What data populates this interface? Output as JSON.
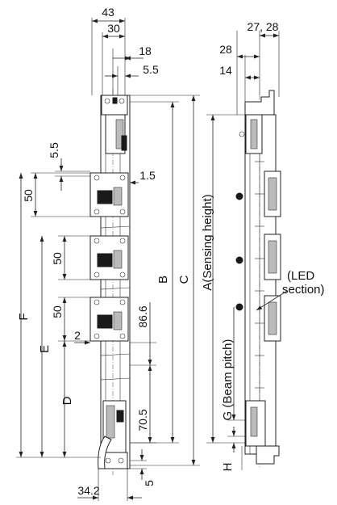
{
  "dimensions": {
    "d43": "43",
    "d30": "30",
    "d18": "18",
    "d5_5_top": "5.5",
    "d5_5_side": "5.5",
    "d1_5": "1.5",
    "d50_a": "50",
    "d50_b": "50",
    "d50_c": "50",
    "d2": "2",
    "d86_6": "86.6",
    "d70_5": "70.5",
    "d5_bottom": "5",
    "d34_2": "34.2",
    "d27_28": "27, 28",
    "d28": "28",
    "d14": "14"
  },
  "labels": {
    "A": "A(Sensing height)",
    "B": "B",
    "C": "C",
    "D": "D",
    "E": "E",
    "F": "F",
    "G": "G (Beam pitch)",
    "H": "H",
    "led_line1": "(LED",
    "led_line2": "section)"
  }
}
